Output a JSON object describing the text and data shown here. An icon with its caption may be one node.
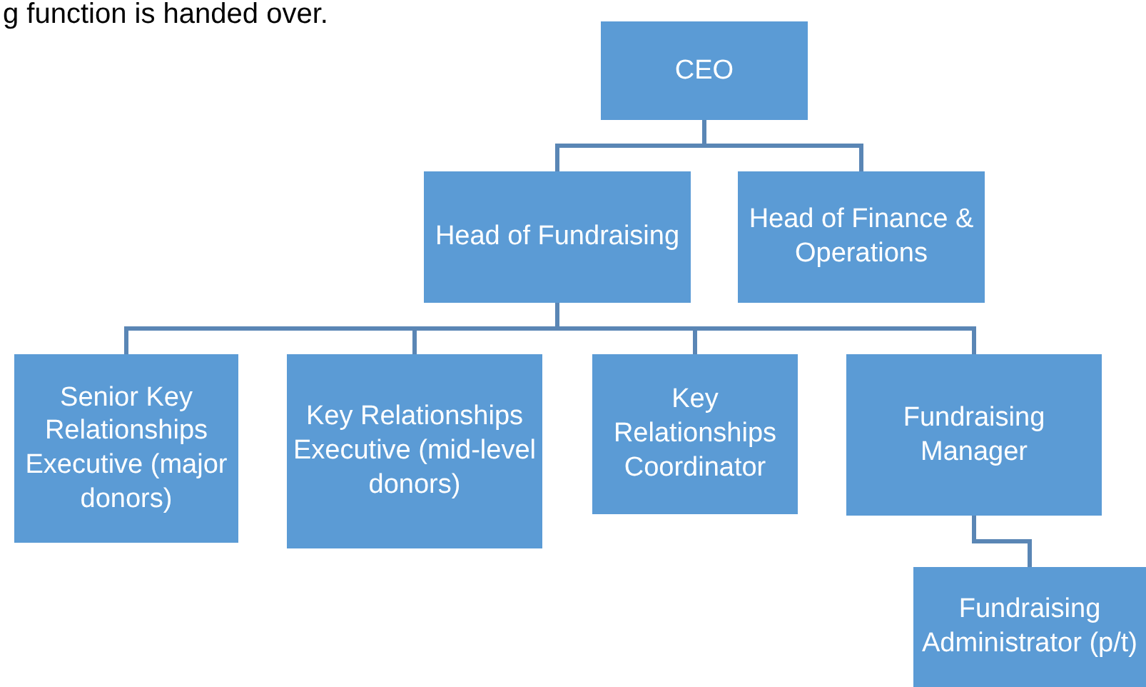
{
  "diagram": {
    "nodes": [
      {
        "text": [
          "CEO"
        ]
      },
      {
        "text": [
          "Head of Fundraising"
        ]
      },
      {
        "text": [
          "Head of Finance & Operations"
        ]
      },
      {
        "text": [
          "Senior Key Relationships Executive (major donors)"
        ]
      },
      {
        "text": [
          "Key Relationships Executive (mid-level donors)"
        ]
      },
      {
        "text": [
          "Key Relationships Coordinator"
        ]
      },
      {
        "text": [
          "Fundraising Manager"
        ]
      },
      {
        "text": [
          "Fundraising Administrator (p/t)"
        ]
      }
    ],
    "edges": [
      {
        "from": 0,
        "to": 1,
        "arrow": "none"
      },
      {
        "from": 0,
        "to": 2,
        "arrow": "none"
      },
      {
        "from": 1,
        "to": 3,
        "arrow": "none"
      },
      {
        "from": 1,
        "to": 4,
        "arrow": "none"
      },
      {
        "from": 1,
        "to": 5,
        "arrow": "none"
      },
      {
        "from": 1,
        "to": 6,
        "arrow": "none"
      },
      {
        "from": 6,
        "to": 7,
        "arrow": "none"
      }
    ],
    "labels": [
      "g function is handed over."
    ]
  }
}
